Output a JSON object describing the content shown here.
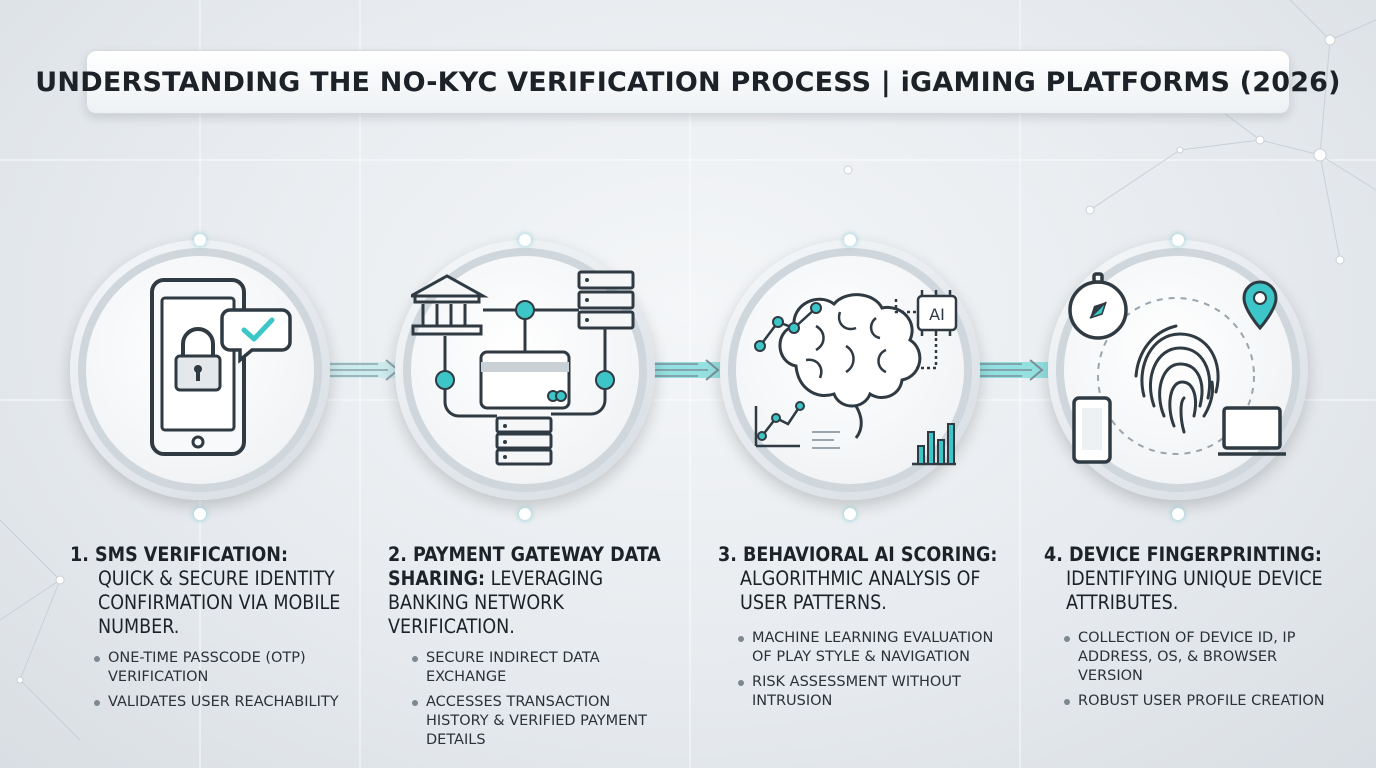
{
  "title": "UNDERSTANDING THE NO-KYC VERIFICATION PROCESS | iGAMING PLATFORMS (2026)",
  "colors": {
    "accent": "#3cc6c8",
    "icon_stroke": "#2f3a42",
    "background": "#e8ecef"
  },
  "steps": [
    {
      "heading": "1. SMS VERIFICATION:",
      "subheading": "QUICK & SECURE IDENTITY CONFIRMATION VIA MOBILE NUMBER.",
      "icon": "smartphone-lock-check-icon",
      "bullets": [
        "ONE-TIME PASSCODE (OTP) VERIFICATION",
        "VALIDATES USER REACHABILITY"
      ]
    },
    {
      "heading": "2. PAYMENT GATEWAY DATA SHARING:",
      "subheading": "LEVERAGING BANKING NETWORK VERIFICATION.",
      "icon": "bank-card-network-icon",
      "bullets": [
        "SECURE INDIRECT DATA EXCHANGE",
        "ACCESSES TRANSACTION HISTORY & VERIFIED PAYMENT DETAILS"
      ]
    },
    {
      "heading": "3. BEHAVIORAL AI SCORING:",
      "subheading": "ALGORITHMIC ANALYSIS OF USER PATTERNS.",
      "icon": "brain-ai-analytics-icon",
      "ai_chip_label": "AI",
      "bullets": [
        "MACHINE LEARNING EVALUATION OF PLAY STYLE & NAVIGATION",
        "RISK ASSESSMENT WITHOUT INTRUSION"
      ]
    },
    {
      "heading": "4. DEVICE FINGERPRINTING:",
      "subheading": "IDENTIFYING UNIQUE DEVICE ATTRIBUTES.",
      "icon": "fingerprint-devices-icon",
      "bullets": [
        "COLLECTION OF DEVICE ID, IP ADDRESS, OS, & BROWSER VERSION",
        "ROBUST USER PROFILE CREATION"
      ]
    }
  ]
}
